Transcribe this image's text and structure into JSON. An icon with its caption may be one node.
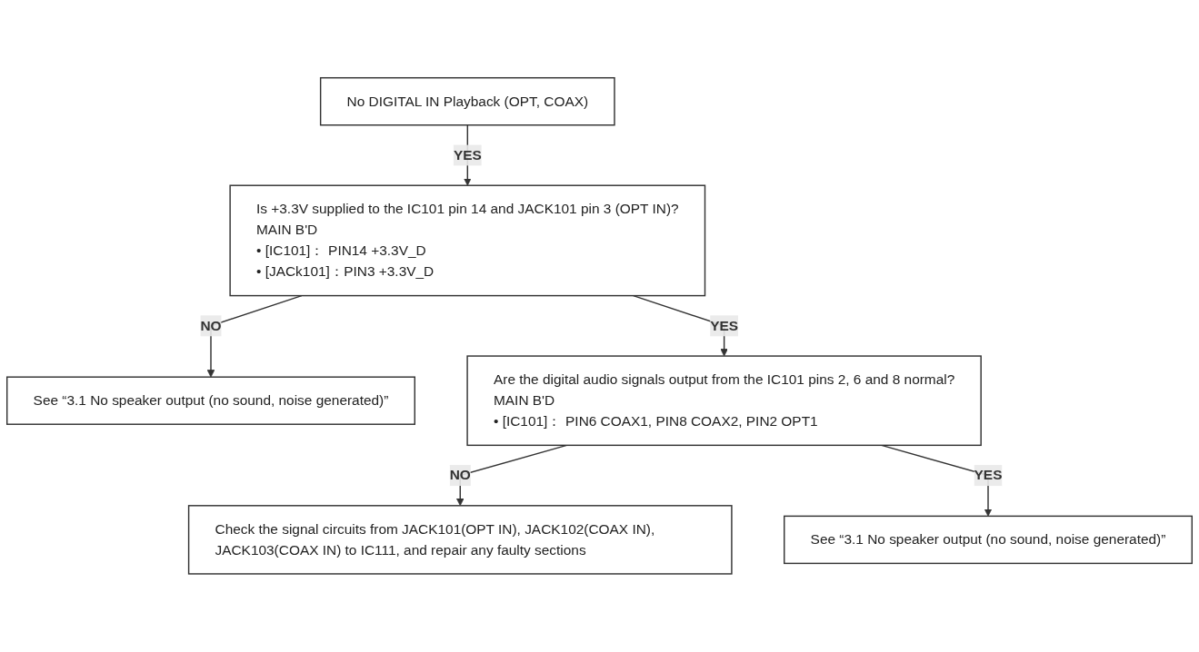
{
  "diagram": {
    "nodes": [
      {
        "text": [
          "No DIGITAL IN Playback (OPT, COAX)"
        ]
      },
      {
        "text": [
          "Is +3.3V supplied to the IC101 pin 14 and JACK101 pin 3 (OPT IN)?",
          "MAIN B'D",
          "• [IC101]： PIN14 +3.3V_D",
          "• [JACk101]：PIN3 +3.3V_D"
        ]
      },
      {
        "text": [
          "See “3.1 No speaker output (no sound, noise generated)”"
        ]
      },
      {
        "text": [
          "Are the digital audio signals output from the IC101 pins 2, 6 and 8 normal?",
          "MAIN B'D",
          "• [IC101]： PIN6 COAX1, PIN8 COAX2, PIN2 OPT1"
        ]
      },
      {
        "text": [
          "Check the signal circuits from JACK101(OPT IN), JACK102(COAX IN), JACK103(COAX IN) to IC111, and repair any faulty sections"
        ]
      },
      {
        "text": [
          "See “3.1 No speaker output (no sound, noise generated)”"
        ]
      }
    ],
    "edges": [
      {
        "from": 0,
        "to": 1,
        "arrow": "to",
        "label": "YES"
      },
      {
        "from": 1,
        "to": 2,
        "arrow": "to",
        "label": "NO"
      },
      {
        "from": 1,
        "to": 3,
        "arrow": "to",
        "label": "YES"
      },
      {
        "from": 3,
        "to": 4,
        "arrow": "to",
        "label": "NO"
      },
      {
        "from": 3,
        "to": 5,
        "arrow": "to",
        "label": "YES"
      }
    ]
  }
}
